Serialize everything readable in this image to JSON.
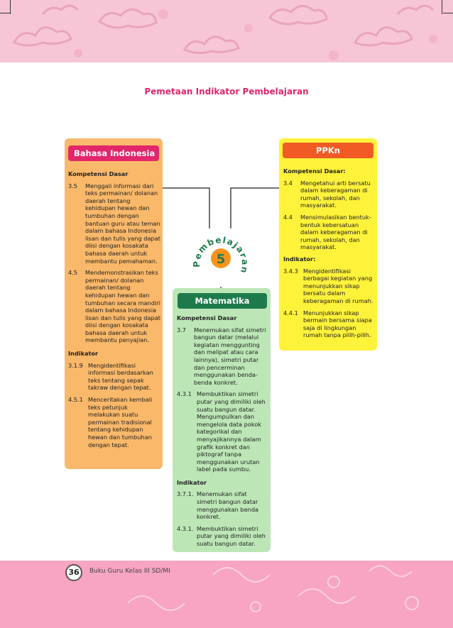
{
  "page_title": "Pemetaan Indikator Pembelajaran",
  "center": {
    "arc_text": "Pembelajaran",
    "number": "5"
  },
  "bahasa": {
    "title": "Bahasa Indonesia",
    "kd_heading": "Kompetensi Dasar",
    "kd_items": [
      {
        "num": "3.5",
        "text": "Menggali informasi dari teks permainan/ dolanan daerah tentang kehidupan hewan dan tumbuhan dengan bantuan guru atau teman dalam bahasa Indonesia lisan dan tulis yang dapat diisi dengan kosakata bahasa daerah untuk membantu pemahaman."
      },
      {
        "num": "4.5",
        "text": "Mendemonstrasikan teks permainan/ dolanan daerah tentang kehidupan hewan dan tumbuhan secara mandiri dalam bahasa Indonesia lisan dan tulis yang dapat diisi dengan kosakata bahasa daerah untuk membantu penyajian."
      }
    ],
    "ind_heading": "Indikator",
    "ind_items": [
      {
        "num": "3.1.9",
        "text": "Mengidentifikasi informasi berdasarkan teks tentang sepak takraw dengan tepat."
      },
      {
        "num": "4.5.1",
        "text": "Menceritakan kembali teks petunjuk melakukan suatu permainan tradisional tentang kehidupan hewan dan tumbuhan dengan tepat."
      }
    ]
  },
  "ppkn": {
    "title": "PPKn",
    "kd_heading": "Kompetensi Dasar:",
    "kd_items": [
      {
        "num": "3.4",
        "text": "Mengetahui arti bersatu dalam keberagaman di rumah, sekolah, dan masyarakat."
      },
      {
        "num": "4.4",
        "text": "Mensimulasikan bentuk-bentuk kebersatuan dalam keberagaman di rumah, sekolah, dan masyarakat."
      }
    ],
    "ind_heading": "Indikator:",
    "ind_items": [
      {
        "num": "3.4.3",
        "text": "Mengidentifikasi berbagai kegiatan yang menunjukkan sikap bersatu dalam keberagaman di rumah."
      },
      {
        "num": "4.4.1",
        "text": "Menunjukkan sikap bermain bersama siapa saja di lingkungan rumah tanpa pilih-pilih."
      }
    ]
  },
  "matematika": {
    "title": "Matematika",
    "kd_heading": "Kompetensi Dasar",
    "kd_items": [
      {
        "num": "3.7",
        "text": "Menemukan sifat simetri bangun datar (melalui kegiatan menggunting dan melipat atau cara lainnya), simetri putar dan pencerminan menggunakan benda-benda konkret."
      },
      {
        "num": "4.3.1",
        "text": "Membuktikan simetri putar yang dimiliki oleh suatu bangun datar. Mengumpulkan dan mengelola data pokok kategorikal dan menyajikannya dalam grafik konkret dan piktograf tanpa menggunakan urutan label pada sumbu."
      }
    ],
    "ind_heading": "Indikator",
    "ind_items": [
      {
        "num": "3.7.1.",
        "text": "Menemukan sifat simetri bangun datar menggunakan benda konkret."
      },
      {
        "num": "4.3.1.",
        "text": "Membuktikan simetri putar yang dimiliki oleh suatu bangun datar."
      }
    ]
  },
  "footer": {
    "page_number": "36",
    "book_title": "Buku Guru Kelas III SD/MI"
  }
}
